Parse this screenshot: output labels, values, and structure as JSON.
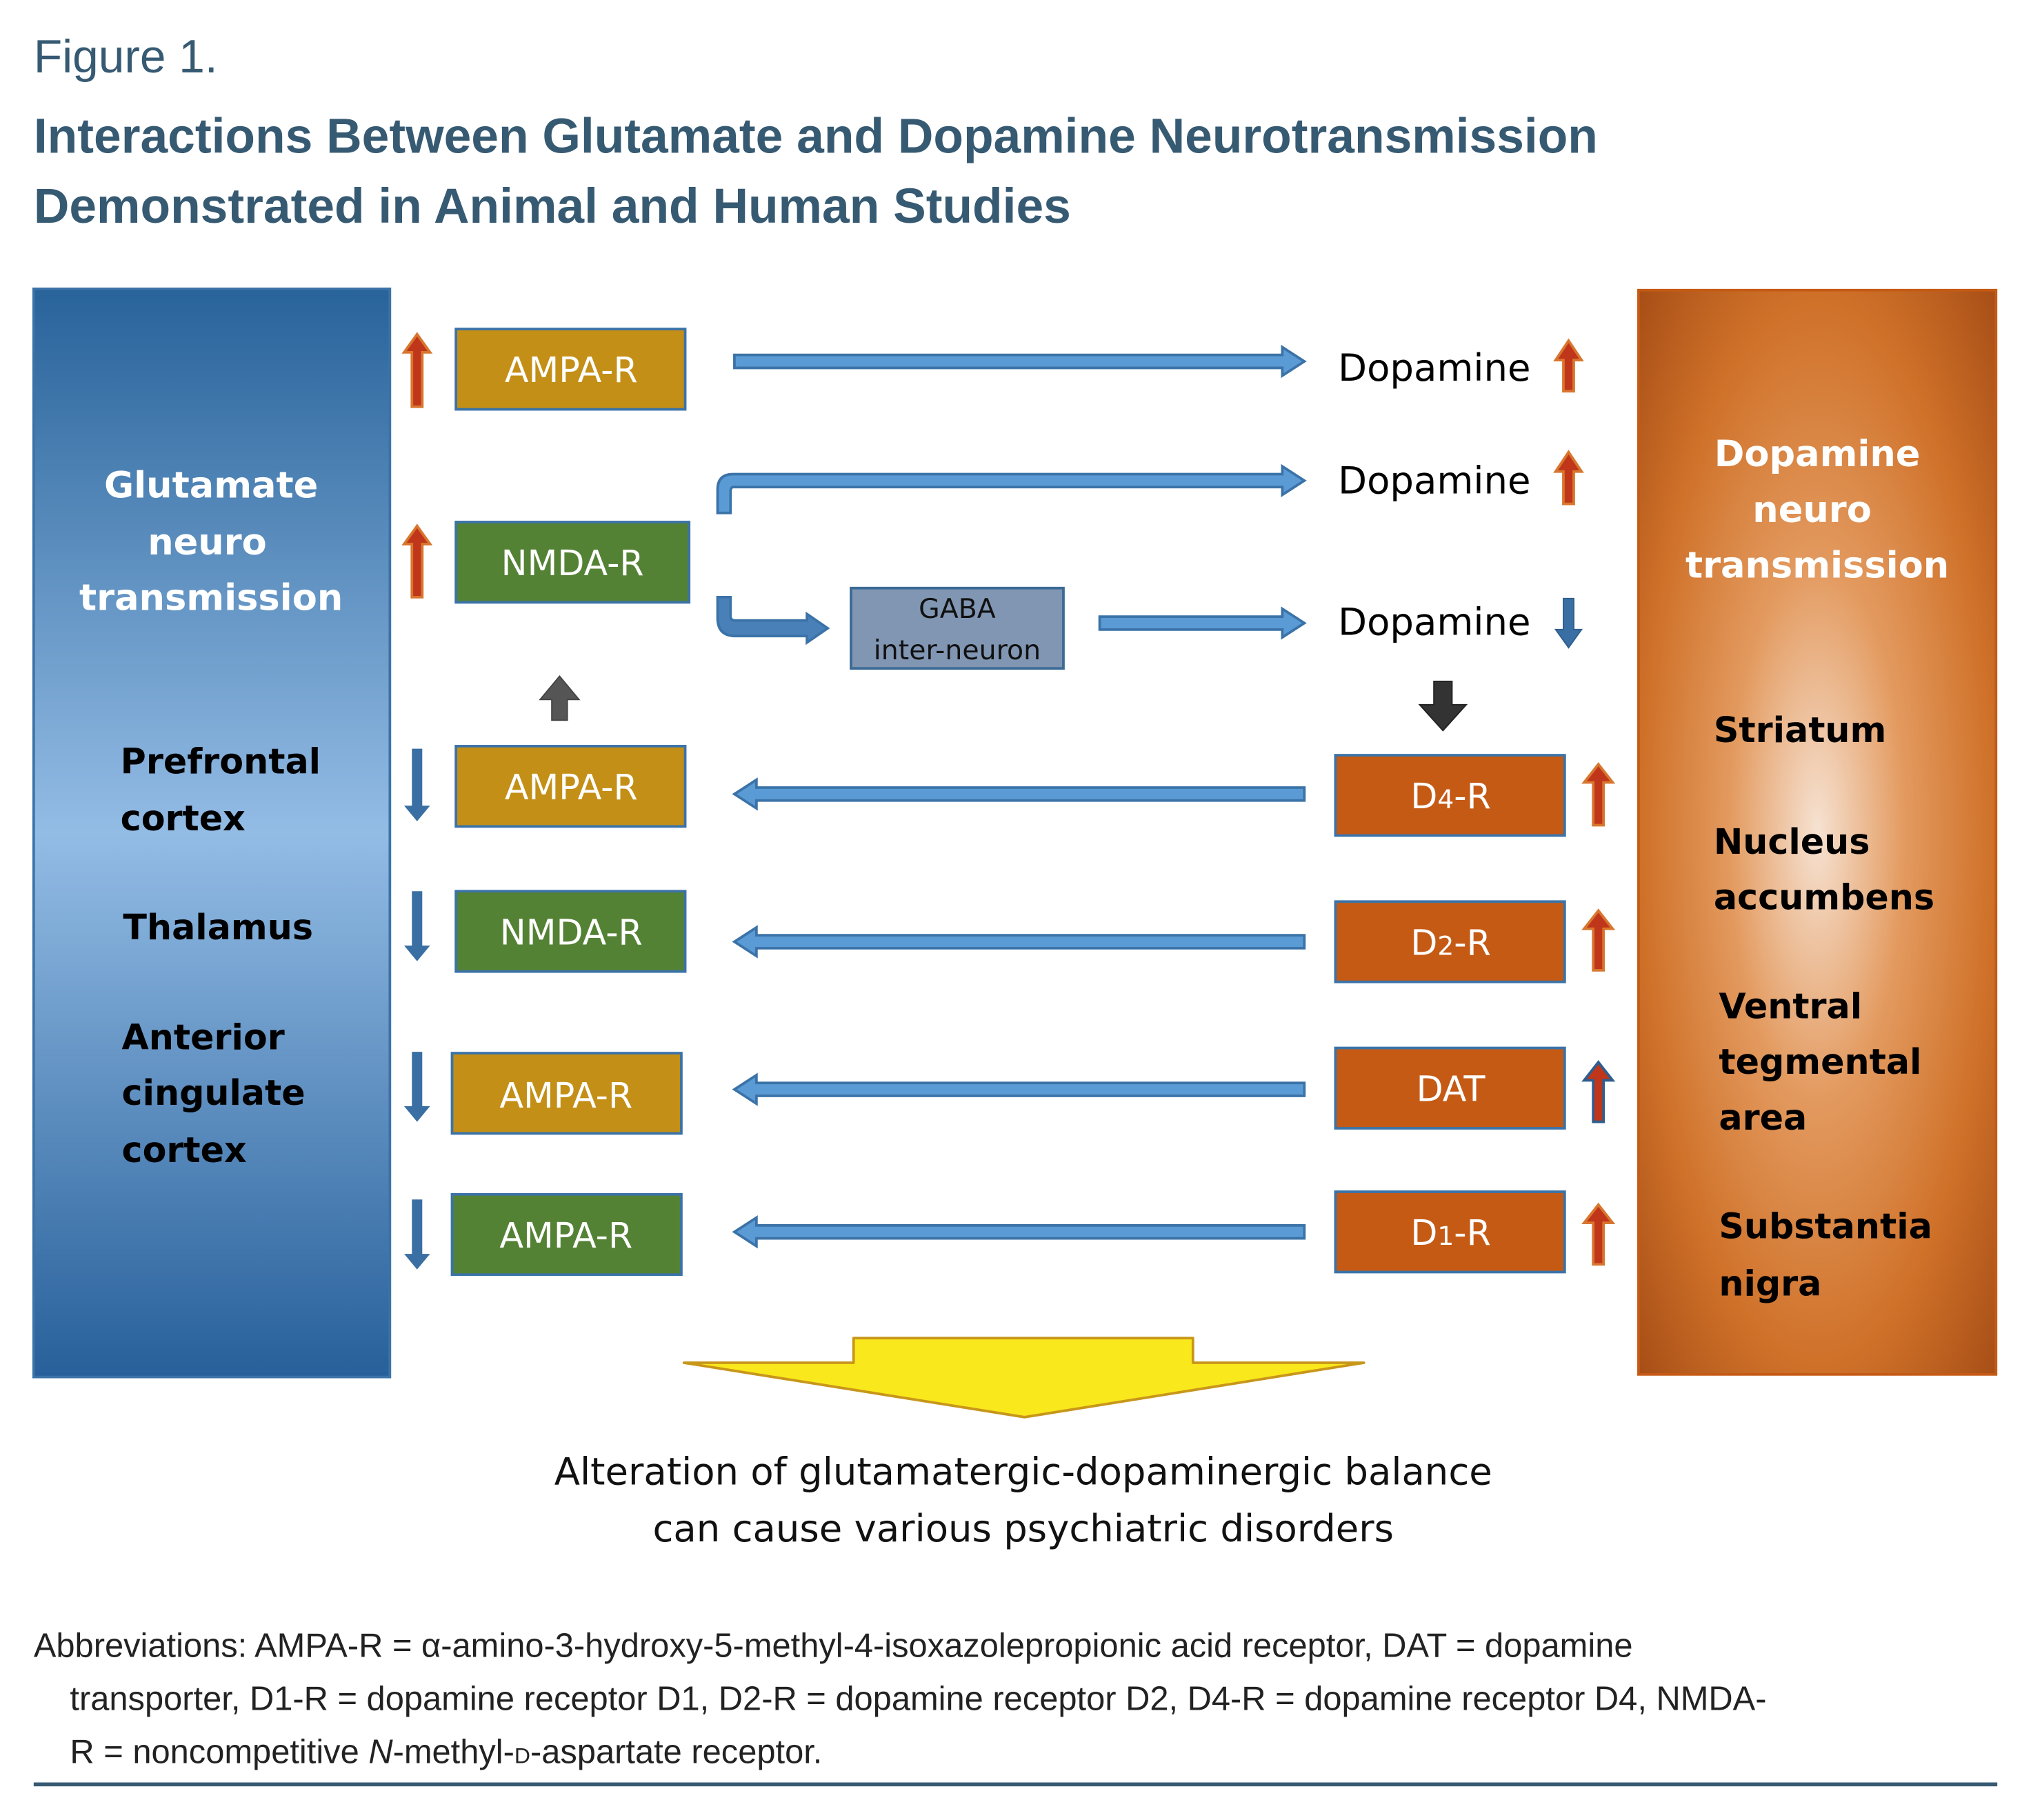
{
  "figure": {
    "label": "Figure 1.",
    "title_line1": "Interactions Between Glutamate and Dopamine Neurotransmission",
    "title_line2": "Demonstrated in Animal and Human Studies"
  },
  "colors": {
    "title": "#375a73",
    "glutamate_panel_top": "#2a6496",
    "glutamate_panel_mid": "#8db8e2",
    "dopamine_panel_edge": "#a64f17",
    "dopamine_panel_center": "#f4d9c2",
    "ampa_box": "#c38f16",
    "nmda_box": "#548235",
    "gaba_box": "#8096b3",
    "dopamine_receptor_box": "#c55a15",
    "up_arrow": "#c0361a",
    "down_arrow": "#3a6fa3",
    "flow_arrow": "#5b9bd5",
    "conclusion_arrow": "#f9e81c"
  },
  "glutamate_panel": {
    "title_lines": [
      "Glutamate",
      "neuro",
      "transmission"
    ],
    "regions": [
      {
        "lines": [
          "Prefrontal",
          "cortex"
        ]
      },
      {
        "lines": [
          "Thalamus"
        ]
      },
      {
        "lines": [
          "Anterior",
          "cingulate",
          "cortex"
        ]
      }
    ]
  },
  "dopamine_panel": {
    "title_lines": [
      "Dopamine",
      "neuro",
      "transmission"
    ],
    "regions": [
      {
        "lines": [
          "Striatum"
        ]
      },
      {
        "lines": [
          "Nucleus",
          "accumbens"
        ]
      },
      {
        "lines": [
          "Ventral",
          "tegmental",
          "area"
        ]
      },
      {
        "lines": [
          "Substantia",
          "nigra"
        ]
      }
    ]
  },
  "upper_section": {
    "glutamate_receptors": [
      {
        "label": "AMPA-R",
        "type": "ampa",
        "change": "increase"
      },
      {
        "label": "NMDA-R",
        "type": "nmda",
        "change": "increase"
      }
    ],
    "gaba": {
      "line1": "GABA",
      "line2": "inter-neuron"
    },
    "dopamine_outcomes": [
      {
        "label": "Dopamine",
        "change": "increase"
      },
      {
        "label": "Dopamine",
        "change": "increase"
      },
      {
        "label": "Dopamine",
        "change": "decrease"
      }
    ]
  },
  "lower_section": {
    "glutamate_receptors": [
      {
        "label": "AMPA-R",
        "type": "ampa",
        "change": "decrease"
      },
      {
        "label": "NMDA-R",
        "type": "nmda",
        "change": "decrease"
      },
      {
        "label": "AMPA-R",
        "type": "ampa",
        "change": "decrease"
      },
      {
        "label": "AMPA-R",
        "type": "nmda",
        "change": "decrease"
      }
    ],
    "dopamine_targets": [
      {
        "label": "D4-R",
        "base": "D",
        "sub": "4",
        "rest": "-R",
        "change": "increase"
      },
      {
        "label": "D2-R",
        "base": "D",
        "sub": "2",
        "rest": "-R",
        "change": "increase"
      },
      {
        "label": "DAT",
        "base": "DAT",
        "sub": "",
        "rest": "",
        "change": "increase"
      },
      {
        "label": "D1-R",
        "base": "D",
        "sub": "1",
        "rest": "-R",
        "change": "increase"
      }
    ]
  },
  "conclusion": {
    "line1": "Alteration of glutamatergic-dopaminergic balance",
    "line2": "can cause various psychiatric disorders"
  },
  "abbreviations": {
    "line1": "Abbreviations: AMPA-R = α-amino-3-hydroxy-5-methyl-4-isoxazolepropionic acid receptor, DAT = dopamine",
    "line2": "transporter, D1-R = dopamine receptor D1, D2-R = dopamine receptor D2, D4-R = dopamine receptor D4, NMDA-",
    "line3_prefix": "R = noncompetitive ",
    "line3_italic": "N",
    "line3_mid": "-methyl-",
    "line3_smallcaps": "d",
    "line3_suffix": "-aspartate receptor."
  }
}
